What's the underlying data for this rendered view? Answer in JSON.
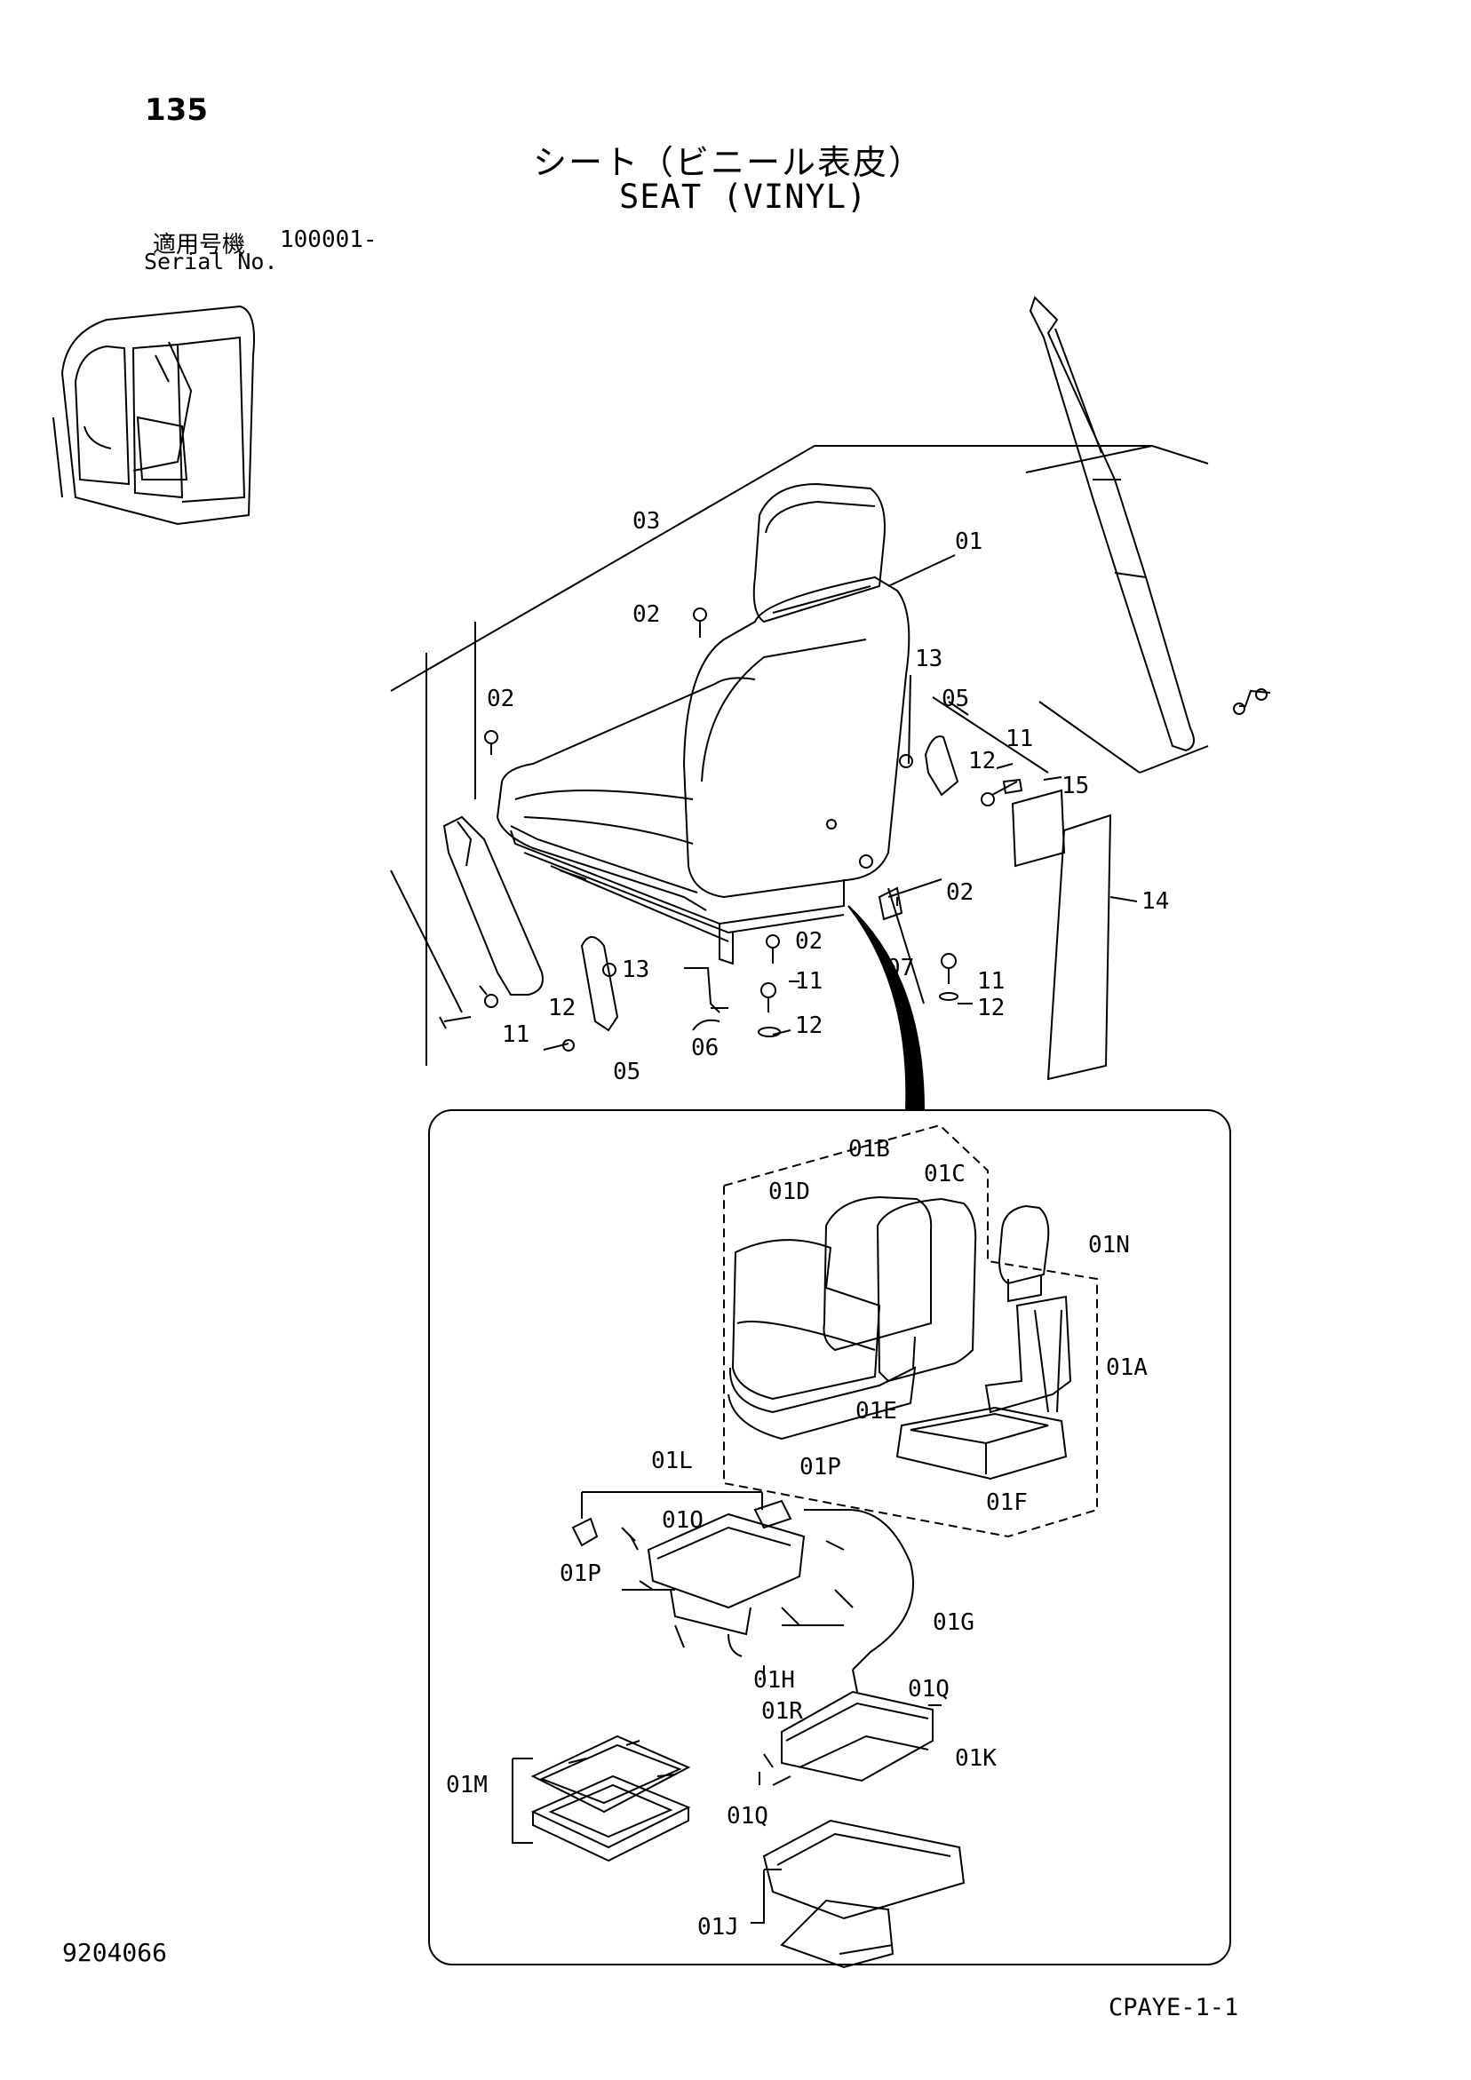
{
  "page": {
    "number": "135",
    "title_jp": "シート（ビニール表皮）",
    "title_en": "SEAT (VINYL)",
    "serial_label_jp": "適用号機",
    "serial_value": "100001-",
    "serial_label_en": "Serial No.",
    "doc_number": "9204066",
    "page_code": "CPAYE-1-1"
  },
  "callouts": {
    "c03": "03",
    "c01": "01",
    "c02a": "02",
    "c02b": "02",
    "c02c": "02",
    "c02d": "02",
    "c13a": "13",
    "c13b": "13",
    "c05a": "05",
    "c05b": "05",
    "c11a": "11",
    "c11b": "11",
    "c11c": "11",
    "c11d": "11",
    "c12a": "12",
    "c12b": "12",
    "c12c": "12",
    "c12d": "12",
    "c15": "15",
    "c14": "14",
    "c07": "07",
    "c06": "06",
    "c01B": "01B",
    "c01C": "01C",
    "c01D": "01D",
    "c01N": "01N",
    "c01A": "01A",
    "c01E": "01E",
    "c01F": "01F",
    "c01L": "01L",
    "c01P1": "01P",
    "c01O": "01O",
    "c01P2": "01P",
    "c01G": "01G",
    "c01H": "01H",
    "c01Q1": "01Q",
    "c01R": "01R",
    "c01K": "01K",
    "c01M": "01M",
    "c01Q2": "01Q",
    "c01J": "01J"
  }
}
